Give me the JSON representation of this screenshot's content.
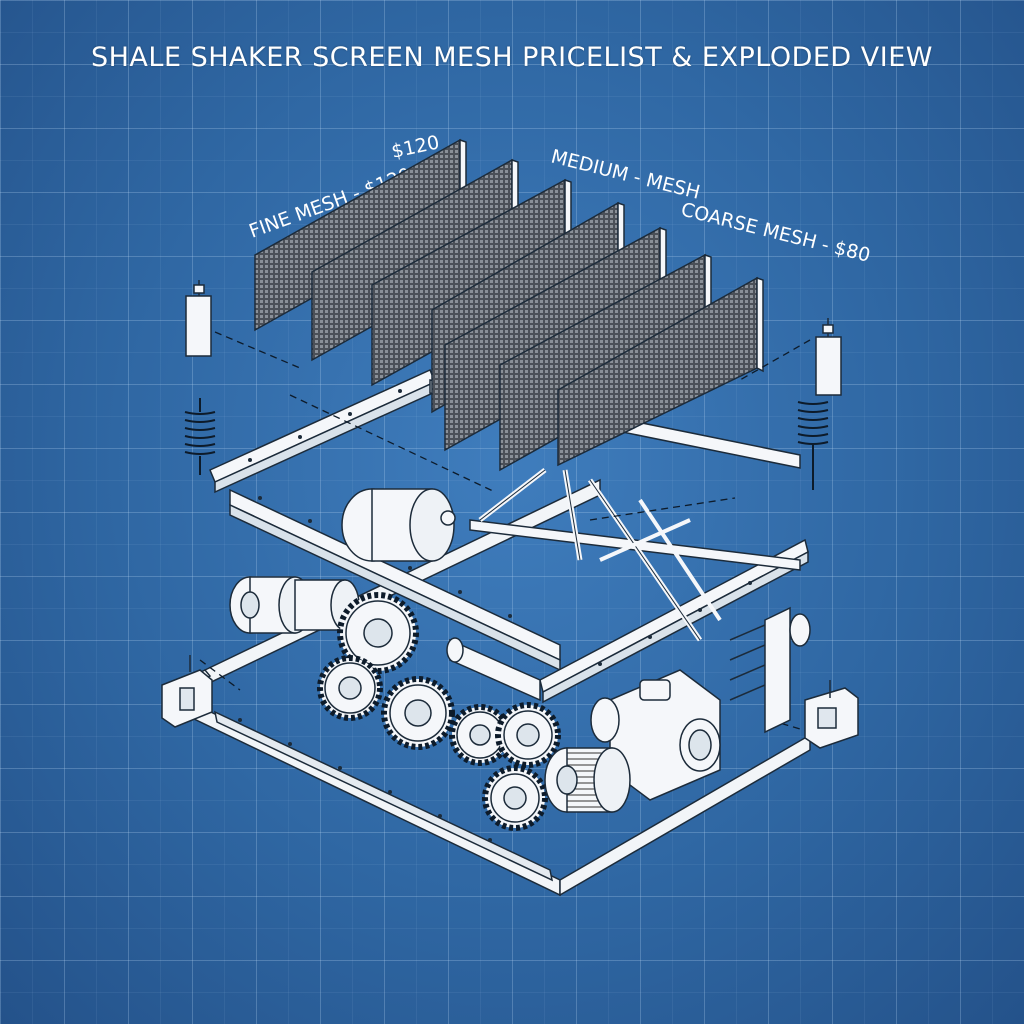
{
  "title": "SHALE SHAKER SCREEN MESH PRICELIST & EXPLODED VIEW",
  "labels": {
    "fine_mesh": "FINE MESH - $120",
    "price_top": "$120",
    "medium_mesh": "MEDIUM - MESH",
    "coarse_mesh": "COARSE MESH - $80"
  },
  "colors": {
    "background": "#2f67a3",
    "line": "#ffffff",
    "mesh_panel": "#5a5f66"
  }
}
